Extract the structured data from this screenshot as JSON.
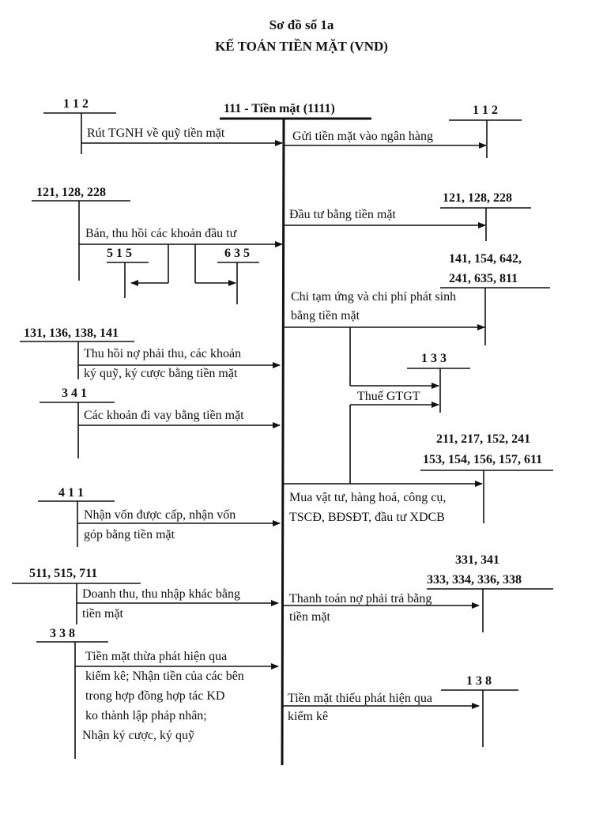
{
  "title": {
    "line1": "Sơ đồ số 1a",
    "line2": "KẾ TOÁN TIỀN MẶT (VND)"
  },
  "center_account": "111 - Tiền mặt (1111)",
  "accounts": {
    "a112_left": "1 1 2",
    "a112_right": "1 1 2",
    "a121_left": "121, 128, 228",
    "a121_right": "121, 128, 228",
    "a515": "5 1 5",
    "a635": "6 3 5",
    "a141_l1": "141, 154, 642,",
    "a141_l2": "241, 635, 811",
    "a131": "131, 136, 138, 141",
    "a133": "1 3 3",
    "a341": "3 4 1",
    "a211_l1": "211, 217, 152, 241",
    "a211_l2": "153, 154, 156, 157, 611",
    "a411": "4 1 1",
    "a331_l1": "331, 341",
    "a331_l2": "333, 334, 336, 338",
    "a511": "511, 515, 711",
    "a338": "3 3 8",
    "a138": "1 3 8"
  },
  "labels": {
    "l_rut": "Rút TGNH về quỹ tiền mặt",
    "r_gui": "Gửi tiền mặt vào ngân hàng",
    "r_dautu": "Đầu tư bằng tiền mặt",
    "l_ban": "Bán, thu hồi các khoản đầu tư",
    "r_chi_1": "Chi tạm ứng và chi phí phát sinh",
    "r_chi_2": "bằng tiền mặt",
    "l_thuhoi_1": "Thu hồi nợ phải thu, các khoản",
    "l_thuhoi_2": "ký quỹ, ký cược bằng tiền mặt",
    "r_thue": "Thuế GTGT",
    "l_vay": "Các khoản đi vay bằng tiền mặt",
    "r_mua_1": "Mua vật tư, hàng hoá, công cụ,",
    "r_mua_2": "TSCĐ, BĐSĐT, đầu tư XDCB",
    "l_von_1": "Nhận vốn được cấp, nhận vốn",
    "l_von_2": "góp bằng tiền mặt",
    "l_dt_1": "Doanh thu, thu nhập khác bằng",
    "l_dt_2": "tiền mặt",
    "r_tt_1": "Thanh toán nợ phải trả bằng",
    "r_tt_2": "tiền mặt",
    "l_thua_1": "Tiền mặt thừa phát hiện qua",
    "l_thua_2": "kiểm kê; Nhận tiền của các bên",
    "l_thua_3": "trong hợp đồng hợp tác KD",
    "l_thua_4": "ko thành lập pháp nhân;",
    "l_thua_5": "Nhận ký cược, ký quỹ",
    "r_thieu_1": "Tiền mặt thiếu phát hiện qua",
    "r_thieu_2": "kiểm kê"
  }
}
